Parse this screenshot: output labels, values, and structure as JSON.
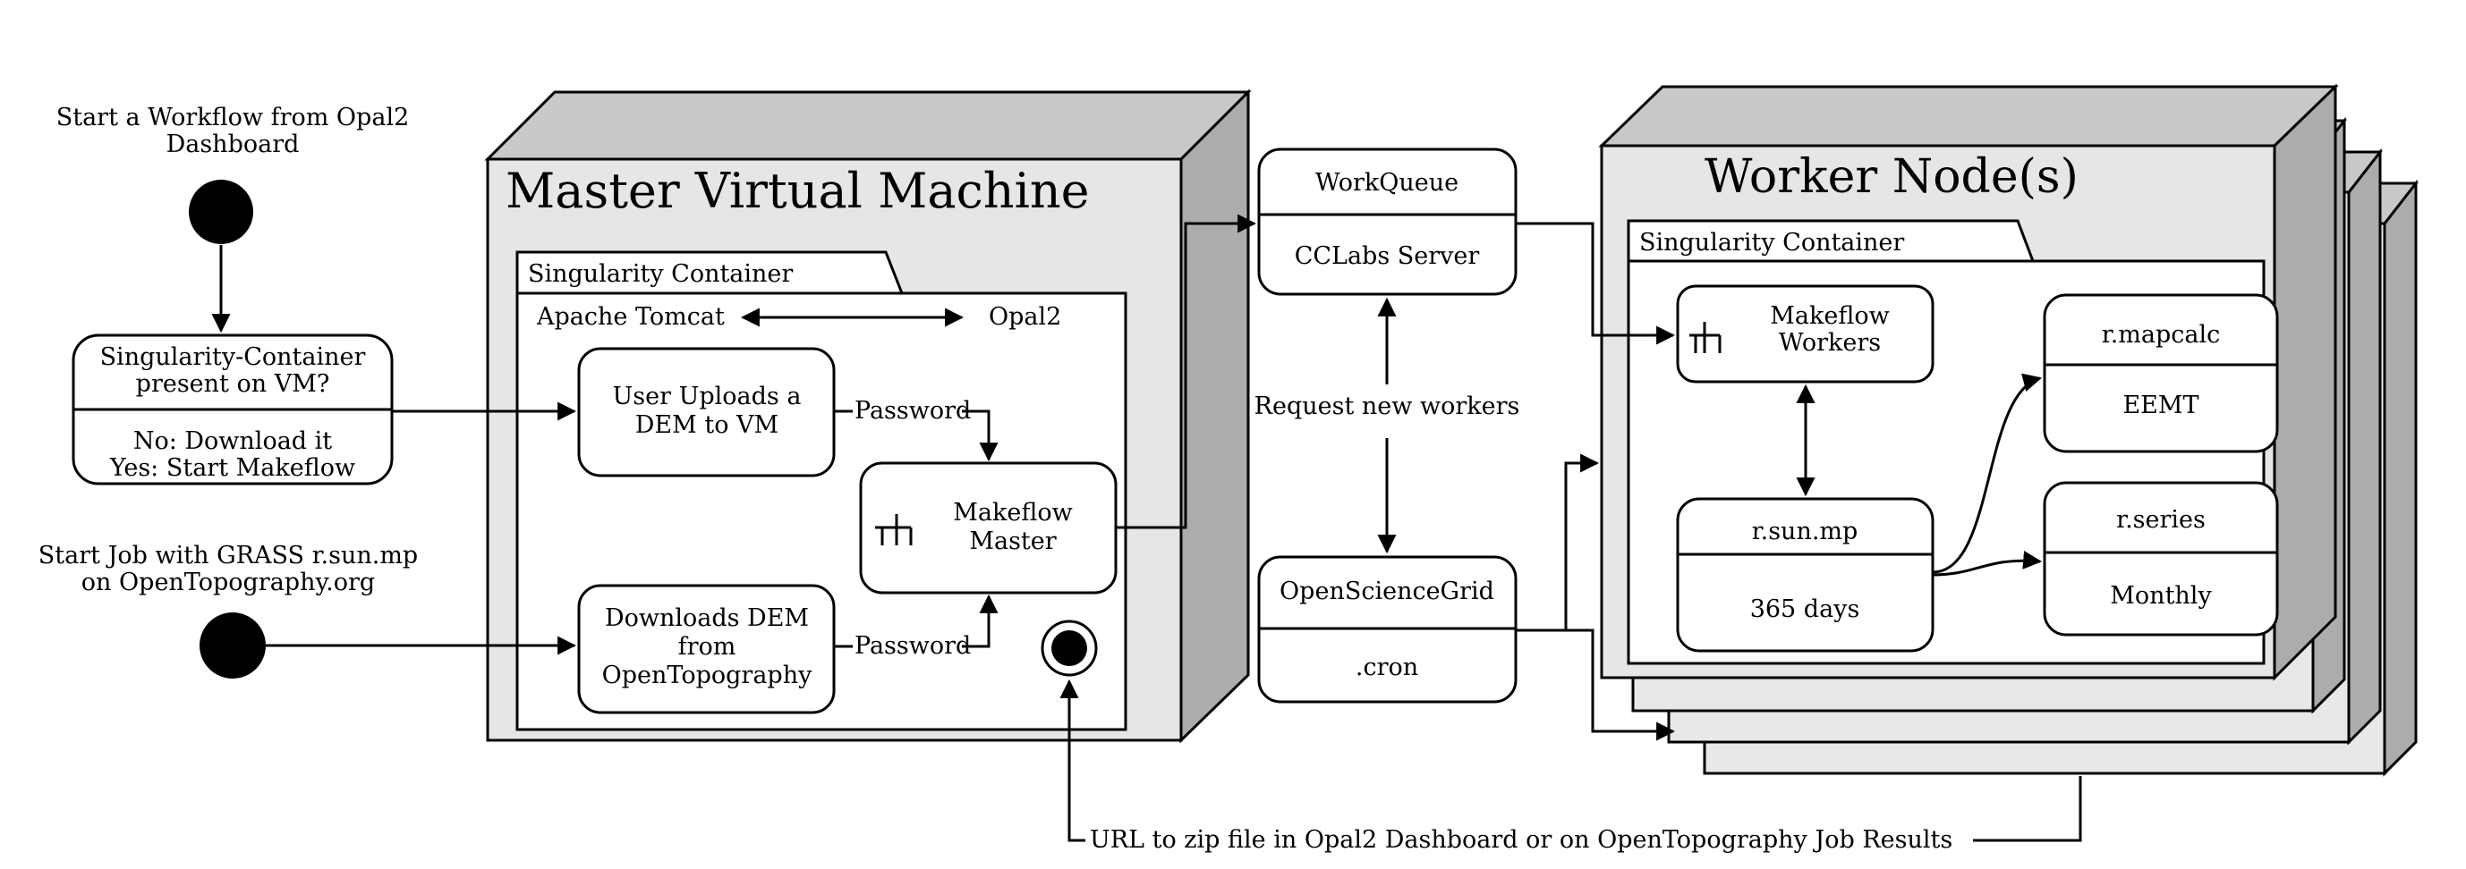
{
  "start_workflow": "Start a Workflow from Opal2\nDashboard",
  "start_job": "Start  Job with GRASS r.sun.mp\non OpenTopography.org",
  "singularity_check": {
    "title": "Singularity-Container\npresent on VM?",
    "body": "No: Download it\nYes: Start Makeflow"
  },
  "master_vm": {
    "title": "Master Virtual Machine",
    "container_tab": "Singularity Container",
    "apache": "Apache Tomcat",
    "opal": "Opal2",
    "upload": "User Uploads a\nDEM to VM",
    "download": "Downloads DEM\nfrom\nOpenTopography",
    "password_1": "Password",
    "password_2": "Password",
    "makeflow_master": "Makeflow\nMaster"
  },
  "workqueue": {
    "title": "WorkQueue",
    "body": "CCLabs Server"
  },
  "request_workers": "Request new workers",
  "osg": {
    "title": "OpenScienceGrid",
    "body": ".cron"
  },
  "worker": {
    "title": "Worker Node(s)",
    "container_tab": "Singularity Container",
    "makeflow_workers": "Makeflow\nWorkers",
    "rsun": {
      "title": "r.sun.mp",
      "body": "365 days"
    },
    "rmapcalc": {
      "title": "r.mapcalc",
      "body": "EEMT"
    },
    "rseries": {
      "title": "r.series",
      "body": "Monthly"
    }
  },
  "result_label": "URL to zip file in Opal2 Dashboard or on OpenTopography Job Results",
  "colors": {
    "face": "#e6e6e6",
    "top": "#c8c8c8",
    "side": "#acacac",
    "stack": "#e8e8e8"
  }
}
